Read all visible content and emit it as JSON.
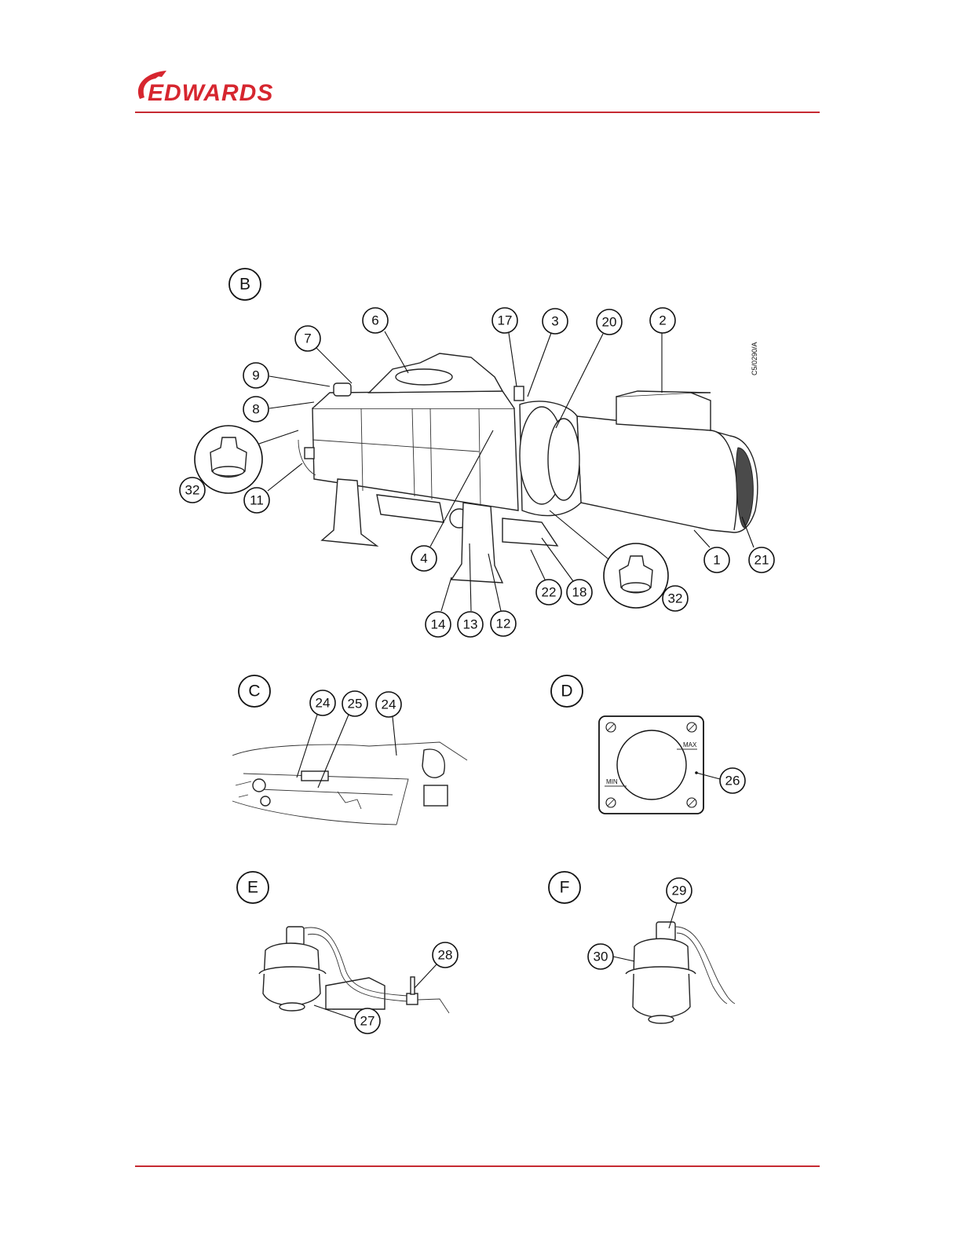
{
  "brand": {
    "name": "EDWARDS",
    "color": "#d6262f"
  },
  "panels": {
    "B": "B",
    "C": "C",
    "D": "D",
    "E": "E",
    "F": "F"
  },
  "figure_code": "C5/0290/A",
  "gauge": {
    "max_label": "MAX",
    "min_label": "MIN"
  },
  "callouts": {
    "c1": "1",
    "c2": "2",
    "c3": "3",
    "c4": "4",
    "c6": "6",
    "c7": "7",
    "c8": "8",
    "c9": "9",
    "c11": "11",
    "c12": "12",
    "c13": "13",
    "c14": "14",
    "c17": "17",
    "c18": "18",
    "c20": "20",
    "c21": "21",
    "c22": "22",
    "c32a": "32",
    "c32b": "32",
    "c24a": "24",
    "c25": "25",
    "c24b": "24",
    "c26": "26",
    "c27": "27",
    "c28": "28",
    "c29": "29",
    "c30": "30"
  }
}
